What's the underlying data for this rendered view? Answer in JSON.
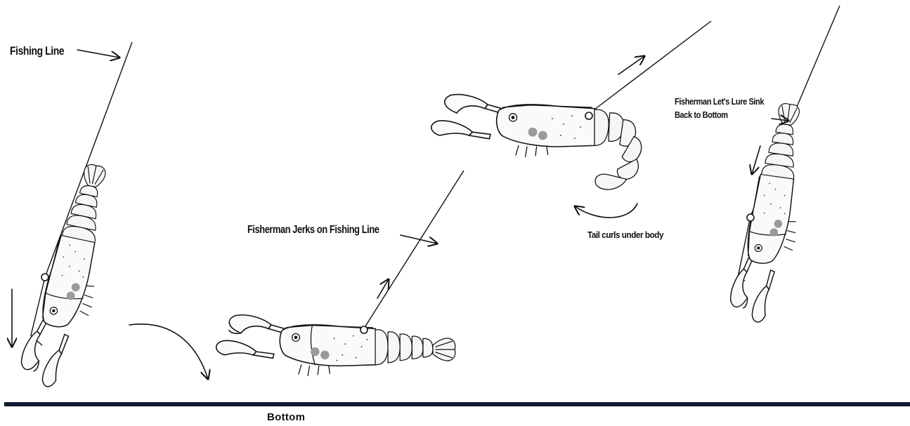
{
  "labels": {
    "fishing_line": "Fishing Line",
    "jerks": "Fisherman Jerks on Fishing Line",
    "lets_sink_line1": "Fisherman Let's Lure Sink",
    "lets_sink_line2": "Back to Bottom",
    "tail_curls": "Tail curls under body",
    "bottom": "Bottom"
  },
  "colors": {
    "bottom_line": "#111a33",
    "ink": "#111111",
    "rattle": "#9a9a9a"
  },
  "icons": [
    "crayfish-lure-icon",
    "arrow-icon",
    "fishing-line"
  ]
}
